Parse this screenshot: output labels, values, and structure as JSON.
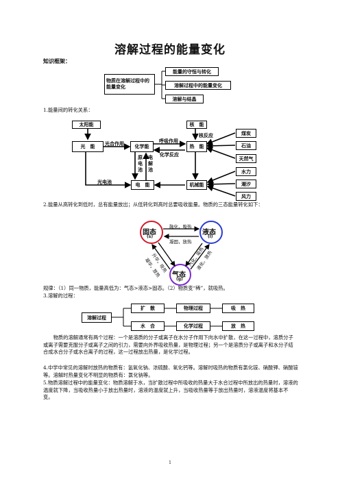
{
  "title": "溶解过程的能量变化",
  "framework_label": "知识框架：",
  "framework": {
    "root": "物质在溶解过程中的能量变化",
    "branches": [
      "能量的守恒与转化",
      "溶解过程中的能量变化",
      "溶解与结晶"
    ]
  },
  "section1": "1.能量间的转化关系：",
  "energy_diagram": {
    "sun": "太阳能",
    "light": "光　能",
    "chem": "化学能",
    "nuclear": "核　能",
    "heat": "热　能",
    "electric": "电　能",
    "mechanical": "机械能",
    "photosynthesis": "光合作用",
    "respiration": "呼吸作用",
    "chem_reaction": "化学反应",
    "nuclear_reaction": "核反应",
    "battery": "光电池",
    "primary_cell": "原电池",
    "electrolysis": "电解池",
    "sources": [
      "煤炭",
      "石油",
      "天然气",
      "水力",
      "潮汐",
      "风力"
    ]
  },
  "section2": "2.能量从高转化到低时，总有能量放出；从低转化到高时总要吸收能量。物质的三态能量转化如下：",
  "states": {
    "solid": "固态",
    "solid_sym": "(s)",
    "liquid": "液态",
    "liquid_sym": "(l)",
    "gas": "气态",
    "gas_sym": "(g)",
    "melt": "融化，吸热",
    "freeze": "凝固，放热",
    "sublime": "升华，吸热",
    "deposit": "凝华，放热",
    "vaporize": "汽化，吸热",
    "liquefy": "液化，放热"
  },
  "rule": "规律：（1）同一物质，能量高低为：气态>液态>固态。（2）物质变“稀”，就吸热。",
  "section3": "3.溶解的过程：",
  "dissolve": {
    "root": "溶解过程",
    "diffusion": "扩　散",
    "hydration": "水　合",
    "physical": "物理过程",
    "chemical": "化学过程",
    "absorb": "吸　热",
    "release": "放　热"
  },
  "para_dissolve": "物质的溶解通常有两个过程：一个是溶质的分子或离子在水分子作用下向水中扩散，在这一过程中，溶质分子或离子需要克服分子或离子之间的引力，需要向外界吸收热量，是物理过程；另一个是溶质分子或离子和水分子结合成水合分子或水合离子的过程，这一过程放出热量，是化学过程。",
  "item4": "4.中学中常见的溶解时放热的物质有：氢氧化钠、浓硫酸、氧化钙等。溶解时吸热的物质有氯化铵、硝酸钾、硝酸铵等。溶解时热量变化不明显的物质有：氯化钠等。",
  "item5": "5.物质溶解过程中的能量变化：物质溶解于水，当扩散过程中所吸收的热量大于水合过程中所放出的热量时，溶液的温度就下降，当吸收热量小于放出热量时，溶液的温度就上升，当吸收热量等于放出热量时，溶液温度将基本不变。",
  "page_number": "1",
  "colors": {
    "solid_ring": "#d11a2a",
    "liquid_ring": "#2a3bd1",
    "gas_ring": "#7a2ad1"
  }
}
